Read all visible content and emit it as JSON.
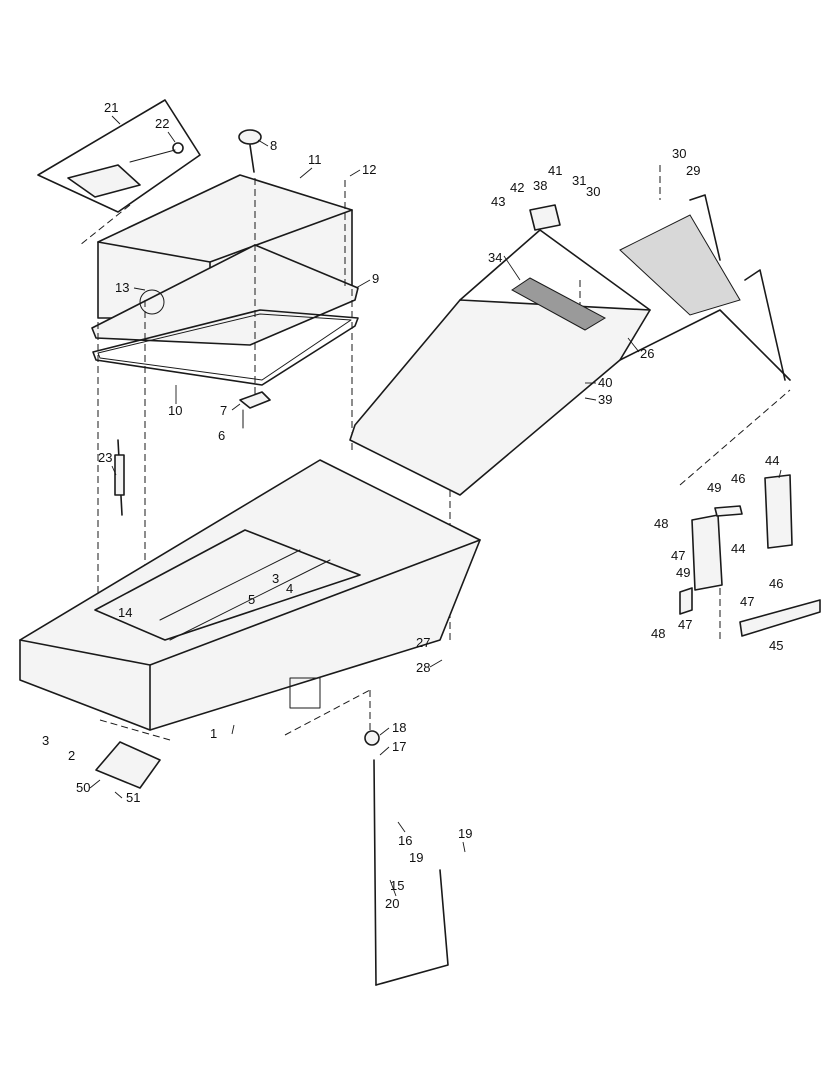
{
  "colors": {
    "line": "#1a1a1a",
    "background": "#ffffff",
    "texture": "#9a9a9a"
  },
  "callouts": [
    "21",
    "22",
    "8",
    "11",
    "12",
    "13",
    "9",
    "10",
    "7",
    "6",
    "23",
    "14",
    "3",
    "4",
    "5",
    "1",
    "3",
    "2",
    "50",
    "51",
    "27",
    "28",
    "41",
    "42",
    "38",
    "43",
    "31",
    "30",
    "30",
    "29",
    "34",
    "26",
    "40",
    "39",
    "44",
    "46",
    "49",
    "48",
    "47",
    "44",
    "49",
    "46",
    "47",
    "48",
    "47",
    "45",
    "18",
    "17",
    "16",
    "19",
    "19",
    "15",
    "20"
  ]
}
